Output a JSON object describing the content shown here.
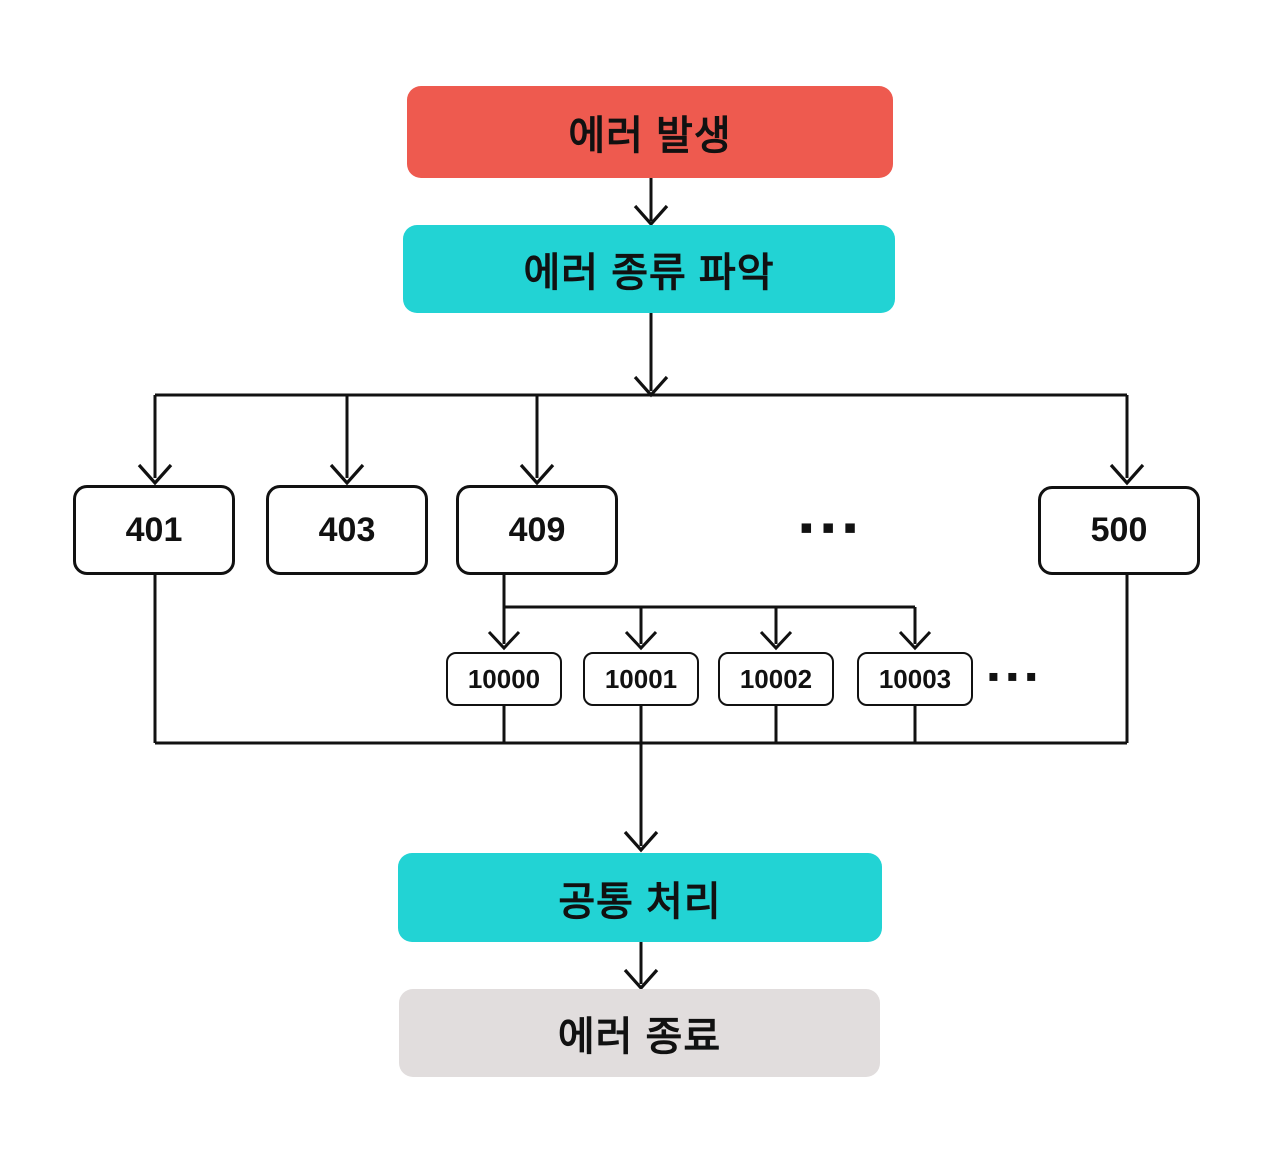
{
  "flow": {
    "start": {
      "label": "에러 발생"
    },
    "classify": {
      "label": "에러 종류 파악"
    },
    "error_codes": [
      {
        "label": "401"
      },
      {
        "label": "403"
      },
      {
        "label": "409"
      },
      {
        "label": "500"
      }
    ],
    "error_codes_ellipsis": "▪▪▪",
    "conflict_detail_codes": [
      {
        "label": "10000"
      },
      {
        "label": "10001"
      },
      {
        "label": "10002"
      },
      {
        "label": "10003"
      }
    ],
    "detail_codes_ellipsis": "▪▪▪",
    "common": {
      "label": "공통 처리"
    },
    "end": {
      "label": "에러 종료"
    }
  },
  "colors": {
    "error_start_bg": "#ee5a4f",
    "process_bg": "#22d3d4",
    "terminal_bg": "#e1dddd",
    "line": "#111111",
    "node_bg": "#ffffff"
  }
}
